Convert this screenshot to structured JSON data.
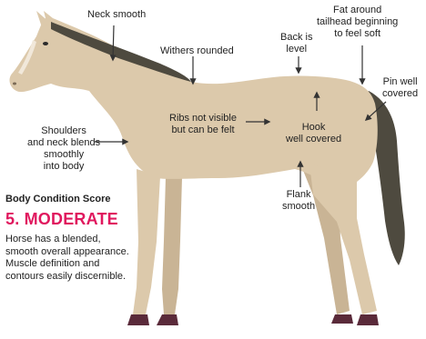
{
  "colors": {
    "coat": "#dcc9ab",
    "coat_shadow": "#c9b495",
    "mane_tail": "#4e4a3f",
    "hoof": "#5a2a3a",
    "arrow": "#333333",
    "accent": "#e0185e"
  },
  "labels": {
    "neck_smooth": "Neck smooth",
    "withers_rounded": "Withers rounded",
    "back_level": [
      "Back is",
      "level"
    ],
    "fat_tailhead": [
      "Fat around",
      "tailhead beginning",
      "to feel soft"
    ],
    "pin_covered": [
      "Pin well",
      "covered"
    ],
    "shoulders_blend": [
      "Shoulders",
      "and neck blends",
      "smoothly",
      "into body"
    ],
    "ribs": [
      "Ribs not visible",
      "but can be felt"
    ],
    "hook": [
      "Hook",
      "well covered"
    ],
    "flank": [
      "Flank",
      "smooth"
    ]
  },
  "score": {
    "heading": "Body Condition Score",
    "value": "5. MODERATE",
    "description": [
      "Horse has a blended,",
      "smooth overall appearance.",
      "Muscle definition and",
      "contours easily discernible."
    ]
  }
}
